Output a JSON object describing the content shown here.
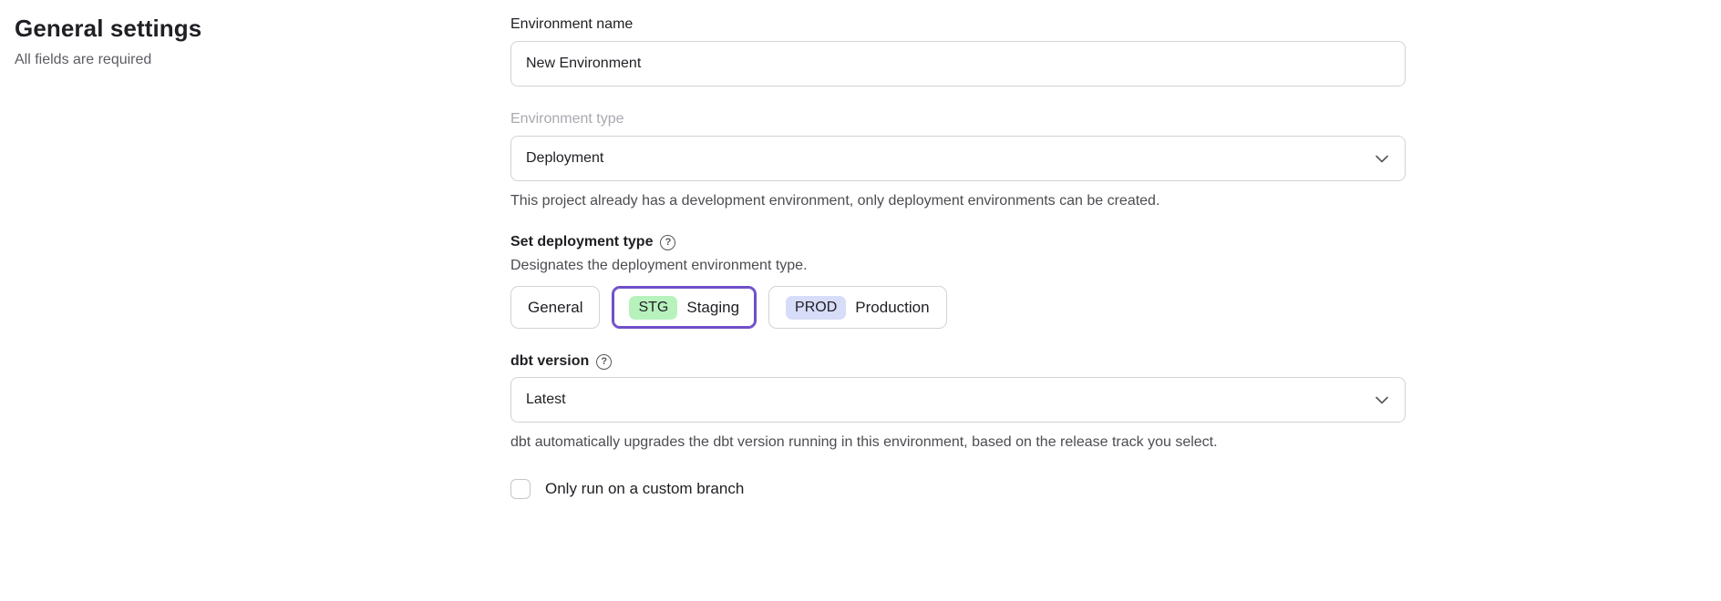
{
  "page": {
    "title": "General settings",
    "subtitle": "All fields are required"
  },
  "icons": {
    "help": "?"
  },
  "colors": {
    "selected_option_border": "#6f4fc8",
    "staging_badge_bg": "#b7f2bc",
    "production_badge_bg": "#d7dcf8"
  },
  "form": {
    "environment_name": {
      "label": "Environment name",
      "value": "New Environment"
    },
    "environment_type": {
      "label": "Environment type",
      "value": "Deployment",
      "help": "This project already has a development environment, only deployment environments can be created."
    },
    "deployment_type": {
      "label": "Set deployment type",
      "description": "Designates the deployment environment type.",
      "options": [
        {
          "badge": "",
          "label": "General",
          "selected": false
        },
        {
          "badge": "STG",
          "label": "Staging",
          "badge_color": "#b7f2bc",
          "selected": true
        },
        {
          "badge": "PROD",
          "label": "Production",
          "badge_color": "#d7dcf8",
          "selected": false
        }
      ]
    },
    "dbt_version": {
      "label": "dbt version",
      "value": "Latest",
      "help": "dbt automatically upgrades the dbt version running in this environment, based on the release track you select."
    },
    "custom_branch": {
      "label": "Only run on a custom branch",
      "checked": false
    }
  }
}
